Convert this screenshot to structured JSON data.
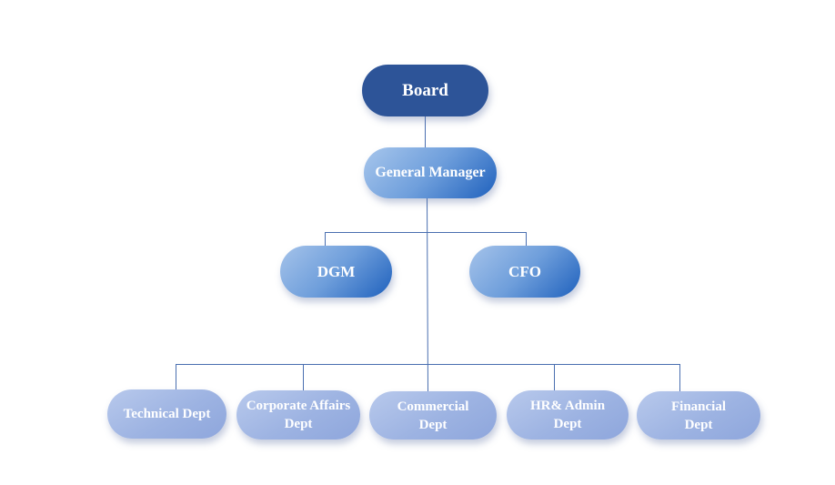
{
  "org_chart": {
    "root": {
      "label": "Board"
    },
    "general_manager": {
      "label": "General Manager"
    },
    "deputies": [
      {
        "label": "DGM"
      },
      {
        "label": "CFO"
      }
    ],
    "departments": [
      {
        "label": "Technical Dept"
      },
      {
        "label": "Corporate Affairs Dept"
      },
      {
        "label": "Commercial Dept"
      },
      {
        "label": "HR& Admin Dept"
      },
      {
        "label": "Financial Dept"
      }
    ]
  },
  "colors": {
    "root_fill": "#2d5498",
    "connector": "#4a6fb0"
  }
}
